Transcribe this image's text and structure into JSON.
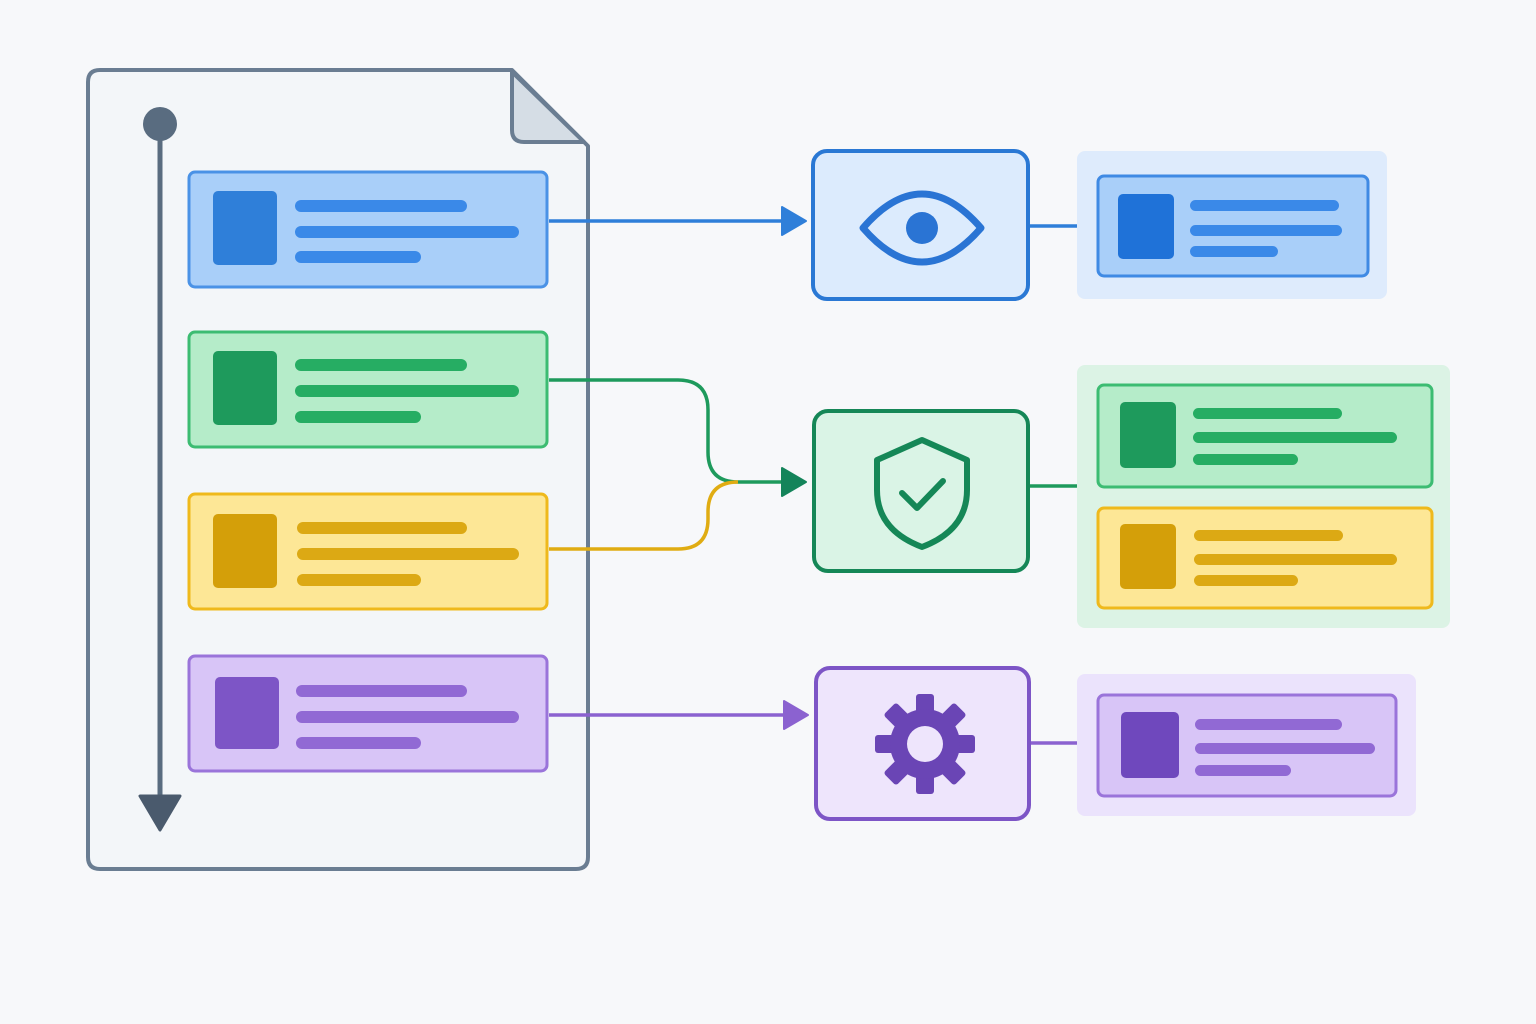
{
  "colors": {
    "background": "#f7f8fa",
    "document_border": "#6a7d92",
    "document_fill": "#f3f6f9",
    "timeline": "#596c80",
    "blue": "#2f7fd9",
    "green": "#1e9a5c",
    "yellow": "#e0ac12",
    "purple": "#8b62d0",
    "blue_light": "#a9cff9",
    "green_light": "#b5ecc9",
    "yellow_light": "#fde796",
    "purple_light": "#d8c5f7"
  },
  "icons": {
    "blue_stage": "eye-icon",
    "green_stage": "shield-check-icon",
    "purple_stage": "gear-icon"
  },
  "sections": [
    {
      "id": "blue",
      "color": "blue"
    },
    {
      "id": "green",
      "color": "green"
    },
    {
      "id": "yellow",
      "color": "yellow"
    },
    {
      "id": "purple",
      "color": "purple"
    }
  ]
}
